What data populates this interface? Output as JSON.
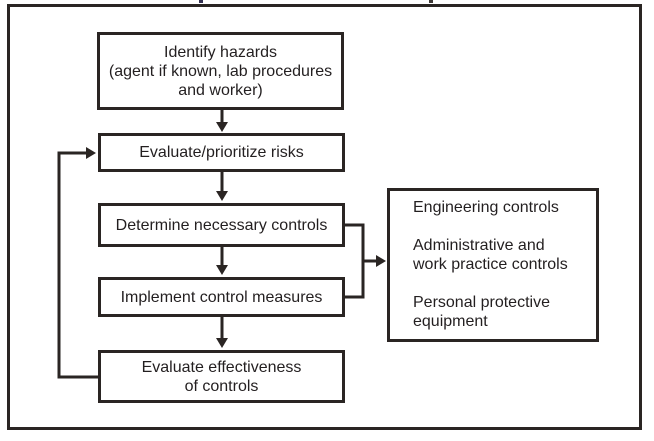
{
  "colors": {
    "line": "#2a2523",
    "text": "#231f20",
    "background": "#ffffff"
  },
  "flowchart": {
    "steps": [
      {
        "id": "identify",
        "label": "Identify hazards\n(agent if known, lab procedures\nand worker)"
      },
      {
        "id": "evaluate",
        "label": "Evaluate/prioritize risks"
      },
      {
        "id": "determine",
        "label": "Determine necessary controls"
      },
      {
        "id": "implement",
        "label": "Implement control measures"
      },
      {
        "id": "effectiveness",
        "label": "Evaluate effectiveness\nof controls"
      }
    ],
    "controls_box": {
      "items": [
        "Engineering controls",
        "Administrative and\nwork practice controls",
        "Personal protective\nequipment"
      ]
    }
  }
}
